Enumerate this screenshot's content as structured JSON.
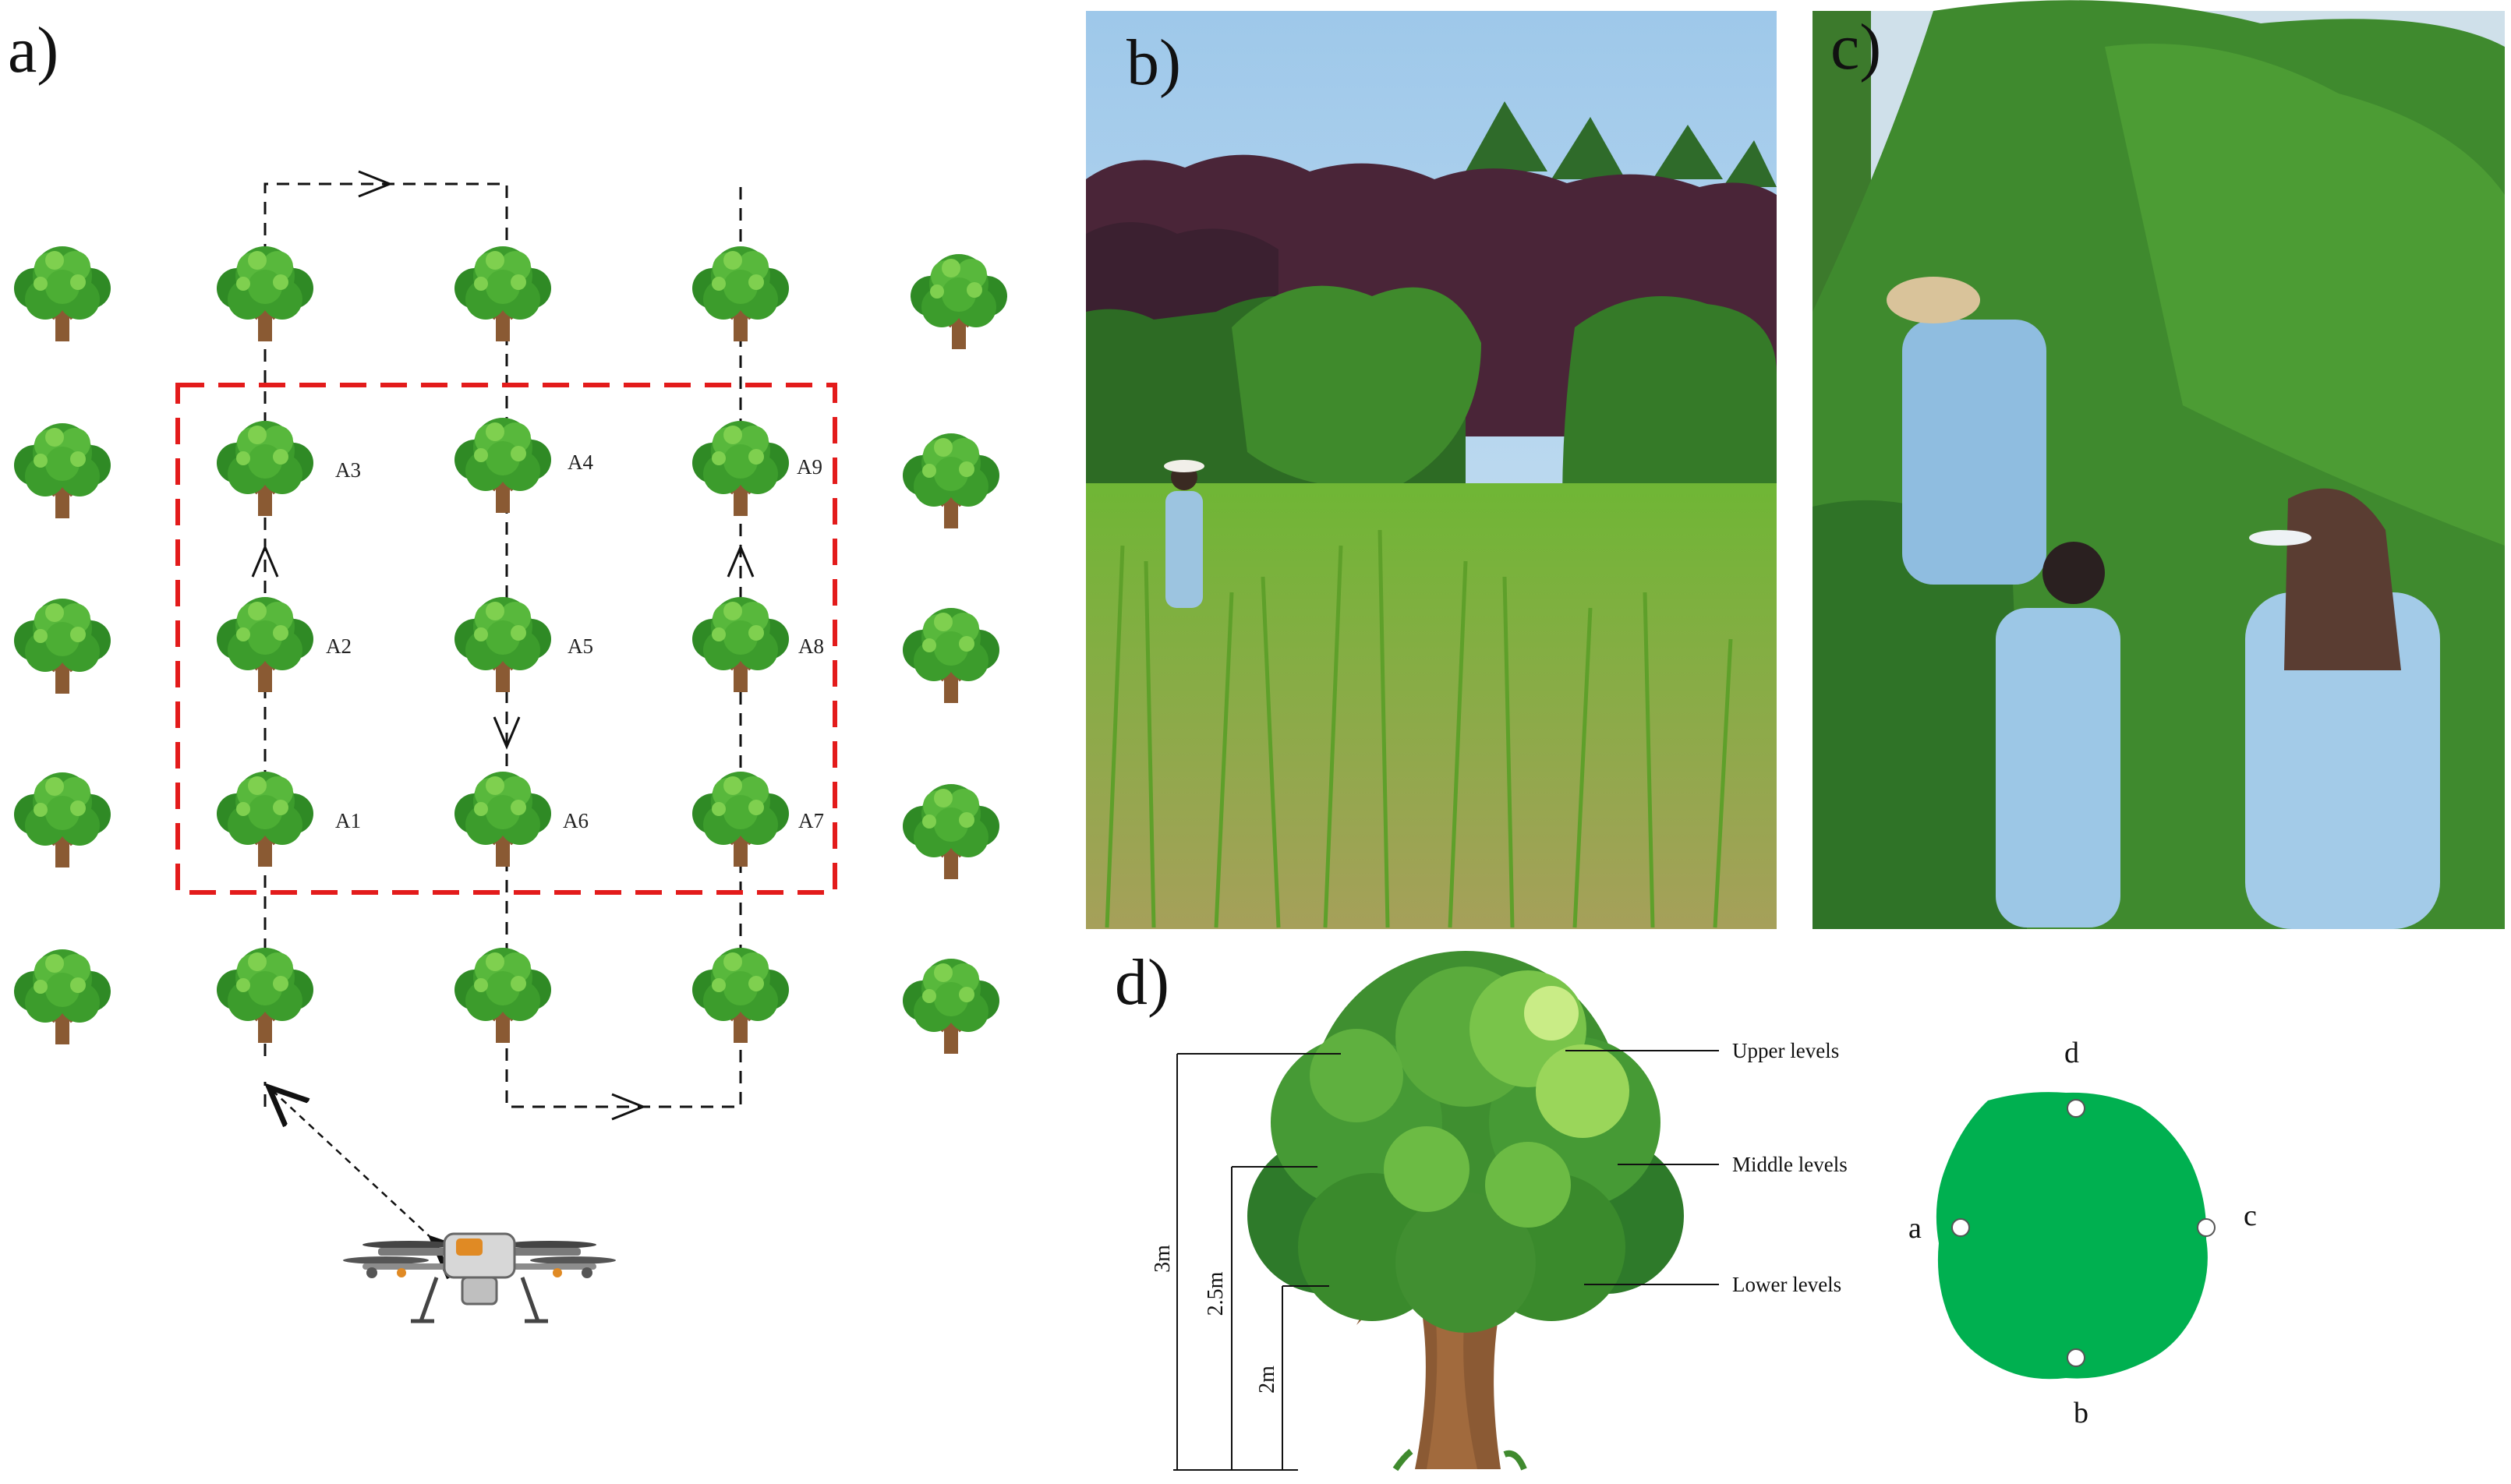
{
  "panels": {
    "a": "a)",
    "b": "b)",
    "c": "c)",
    "d": "d)"
  },
  "trees": {
    "A1": "A1",
    "A2": "A2",
    "A3": "A3",
    "A4": "A4",
    "A5": "A5",
    "A6": "A6",
    "A7": "A7",
    "A8": "A8",
    "A9": "A9"
  },
  "levels": {
    "upper": "Upper levels",
    "middle": "Middle levels",
    "lower": "Lower levels"
  },
  "heights": {
    "h3": "3m",
    "h25": "2.5m",
    "h2": "2m"
  },
  "points": {
    "a": "a",
    "b": "b",
    "c": "c",
    "d": "d"
  },
  "colors": {
    "tree_dark": "#2f8a25",
    "tree_mid": "#4cae34",
    "tree_light": "#7fd04f",
    "trunk": "#8a5a33",
    "sample_box": "#e31b1b",
    "canopy_green": "#00b050"
  }
}
